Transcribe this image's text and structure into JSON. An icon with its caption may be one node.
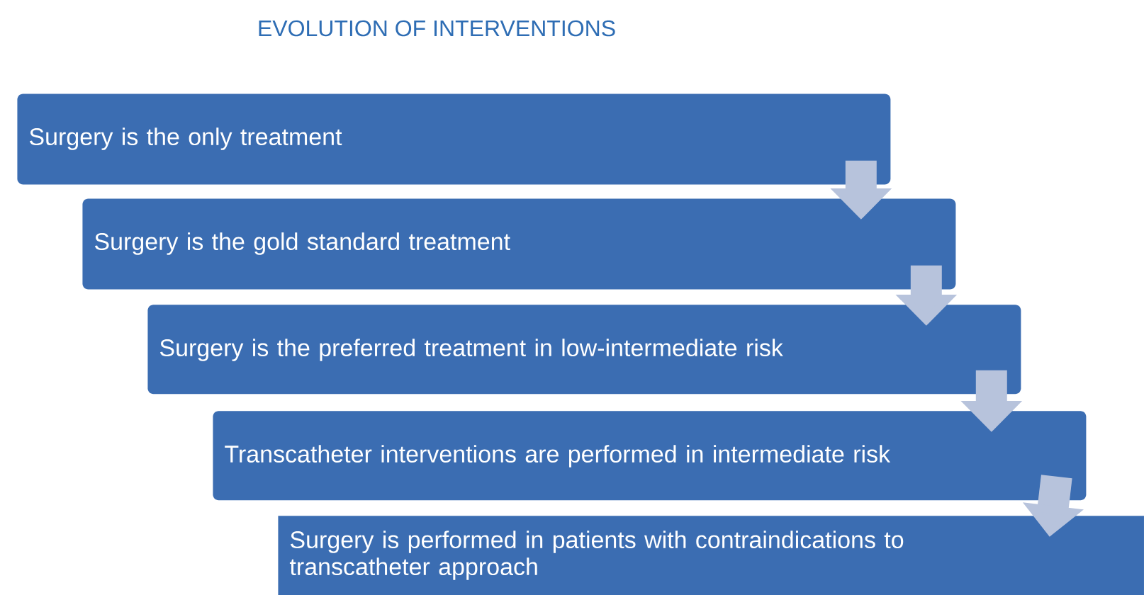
{
  "diagram": {
    "title": "EVOLUTION OF INTERVENTIONS",
    "nodes": [
      {
        "text": [
          "Surgery is the only treatment"
        ]
      },
      {
        "text": [
          "Surgery is the gold standard treatment"
        ]
      },
      {
        "text": [
          "Surgery is the preferred treatment in low-intermediate risk"
        ]
      },
      {
        "text": [
          "Transcatheter interventions are performed in intermediate risk"
        ]
      },
      {
        "text": [
          "Surgery is performed in patients with contraindications to transcatheter approach"
        ]
      }
    ],
    "edges": [
      {
        "from": 0,
        "to": 1,
        "arrow": "to"
      },
      {
        "from": 1,
        "to": 2,
        "arrow": "to"
      },
      {
        "from": 2,
        "to": 3,
        "arrow": "to"
      },
      {
        "from": 3,
        "to": 4,
        "arrow": "to"
      }
    ]
  }
}
